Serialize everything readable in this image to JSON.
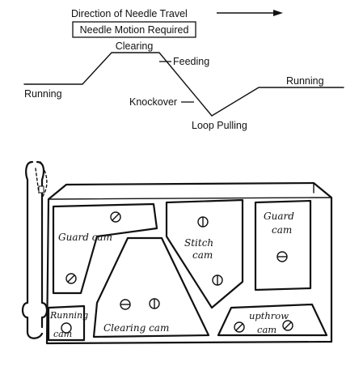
{
  "header": {
    "direction_label": "Direction of Needle Travel",
    "motion_box_label": "Needle Motion Required"
  },
  "motion_profile": {
    "labels": {
      "running_left": "Running",
      "clearing": "Clearing",
      "feeding": "Feeding",
      "knockover": "Knockover",
      "loop_pulling": "Loop Pulling",
      "running_right": "Running"
    }
  },
  "cam_box": {
    "cams": {
      "guard_left": "Guard cam",
      "stitch": [
        "Stitch",
        "cam"
      ],
      "guard_right": [
        "Guard",
        "cam"
      ],
      "running": [
        "Running",
        "cam"
      ],
      "clearing": "Clearing cam",
      "upthrow": [
        "upthrow",
        "cam"
      ]
    }
  }
}
